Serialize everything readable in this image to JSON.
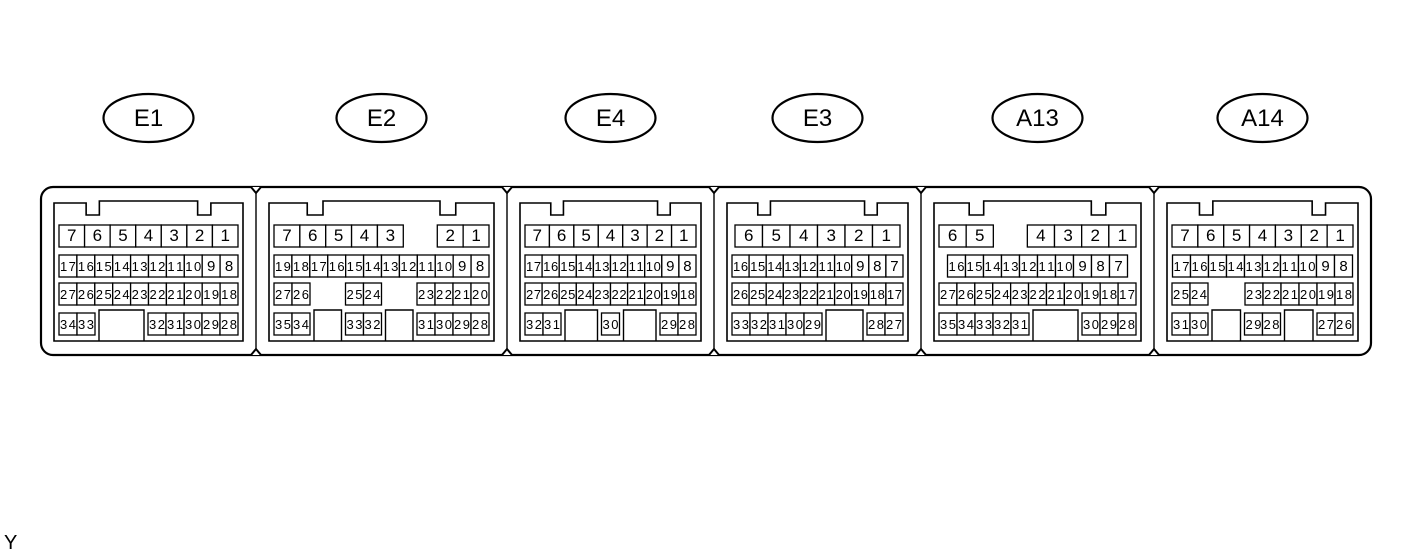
{
  "connectors": [
    {
      "label": "E1",
      "rows": [
        [
          [
            "7",
            "6",
            "5",
            "4",
            "3",
            "2",
            "1"
          ]
        ],
        [
          [
            "17",
            "16",
            "15",
            "14",
            "13",
            "12",
            "11",
            "10",
            "9",
            "8"
          ]
        ],
        [
          [
            "27",
            "26",
            "25",
            "24",
            "23",
            "22",
            "21",
            "20",
            "19",
            "18"
          ]
        ],
        [
          [
            "34",
            "33"
          ],
          [
            "32",
            "31",
            "30",
            "29",
            "28"
          ]
        ]
      ]
    },
    {
      "label": "E2",
      "rows": [
        [
          [
            "7",
            "6",
            "5",
            "4",
            "3"
          ],
          [
            "2",
            "1"
          ]
        ],
        [
          [
            "19",
            "18",
            "17",
            "16",
            "15",
            "14",
            "13",
            "12",
            "11",
            "10",
            "9",
            "8"
          ]
        ],
        [
          [
            "27",
            "26"
          ],
          [
            "25",
            "24"
          ],
          [
            "23",
            "22",
            "21",
            "20"
          ]
        ],
        [
          [
            "35",
            "34"
          ],
          [
            "33",
            "32"
          ],
          [
            "31",
            "30",
            "29",
            "28"
          ]
        ]
      ]
    },
    {
      "label": "E4",
      "rows": [
        [
          [
            "7",
            "6",
            "5",
            "4",
            "3",
            "2",
            "1"
          ]
        ],
        [
          [
            "17",
            "16",
            "15",
            "14",
            "13",
            "12",
            "11",
            "10",
            "9",
            "8"
          ]
        ],
        [
          [
            "27",
            "26",
            "25",
            "24",
            "23",
            "22",
            "21",
            "20",
            "19",
            "18"
          ]
        ],
        [
          [
            "32",
            "31"
          ],
          [
            "30"
          ],
          [
            "29",
            "28"
          ]
        ]
      ]
    },
    {
      "label": "E3",
      "rows": [
        [
          [
            "6",
            "5",
            "4",
            "3",
            "2",
            "1"
          ]
        ],
        [
          [
            "16",
            "15",
            "14",
            "13",
            "12",
            "11",
            "10",
            "9",
            "8",
            "7"
          ]
        ],
        [
          [
            "26",
            "25",
            "24",
            "23",
            "22",
            "21",
            "20",
            "19",
            "18",
            "17"
          ]
        ],
        [
          [
            "33",
            "32",
            "31",
            "30",
            "29"
          ],
          [
            "28",
            "27"
          ]
        ]
      ]
    },
    {
      "label": "A13",
      "rows": [
        [
          [
            "6",
            "5"
          ],
          [
            "4",
            "3",
            "2",
            "1"
          ]
        ],
        [
          [
            "16",
            "15",
            "14",
            "13",
            "12",
            "11",
            "10",
            "9",
            "8",
            "7"
          ]
        ],
        [
          [
            "27",
            "26",
            "25",
            "24",
            "23",
            "22",
            "21",
            "20",
            "19",
            "18",
            "17"
          ]
        ],
        [
          [
            "35",
            "34",
            "33",
            "32",
            "31"
          ],
          [
            "30",
            "29",
            "28"
          ]
        ]
      ]
    },
    {
      "label": "A14",
      "rows": [
        [
          [
            "7",
            "6",
            "5",
            "4",
            "3",
            "2",
            "1"
          ]
        ],
        [
          [
            "17",
            "16",
            "15",
            "14",
            "13",
            "12",
            "11",
            "10",
            "9",
            "8"
          ]
        ],
        [
          [
            "25",
            "24"
          ],
          [
            "23",
            "22",
            "21",
            "20",
            "19",
            "18"
          ]
        ],
        [
          [
            "31",
            "30"
          ],
          [
            "29",
            "28"
          ],
          [
            "27",
            "26"
          ]
        ]
      ]
    }
  ],
  "corner_mark": "Y"
}
